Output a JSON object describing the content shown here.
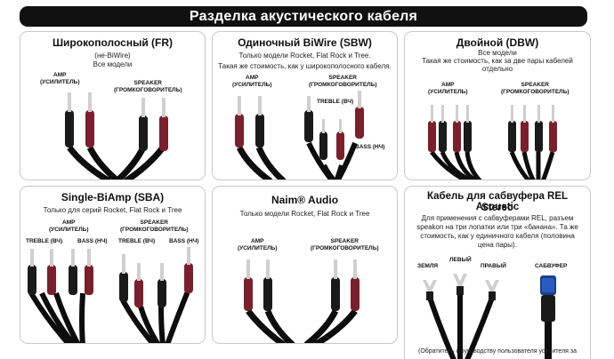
{
  "header": {
    "title": "Разделка акустического кабеля"
  },
  "panels": {
    "fr": {
      "title": "Широкополосный (FR)",
      "sub1": "(не-BiWire)",
      "sub2": "Все модели",
      "amp": "AMP",
      "amp_ru": "(УСИЛИТЕЛЬ)",
      "speaker": "SPEAKER",
      "speaker_ru": "(ГРОМКОГОВОРИТЕЛЬ)"
    },
    "sbw": {
      "title": "Одиночный BiWire (SBW)",
      "sub1": "Только модели Rocket, Flat Rock и Tree.",
      "sub2": "Такая же стоимость, как у широкополосного кабеля.",
      "amp": "AMP",
      "amp_ru": "(УСИЛИТЕЛЬ)",
      "speaker": "SPEAKER",
      "speaker_ru": "(ГРОМКОГОВОРИТЕЛЬ)",
      "treble": "TREBLE (ВЧ)",
      "bass": "BASS (НЧ)"
    },
    "dbw": {
      "title": "Двойной (DBW)",
      "sub1": "Все модели",
      "sub2": "Такая же стоимость, как за две пары кабелей",
      "sub3": "отдельно",
      "amp": "AMP",
      "amp_ru": "(УСИЛИТЕЛЬ)",
      "speaker": "SPEAKER",
      "speaker_ru": "(ГРОМКОГОВОРИТЕЛЬ)"
    },
    "sba": {
      "title": "Single-BiAmp (SBA)",
      "sub1": "Только для серий Rocket, Flat Rock и Tree",
      "amp": "AMP",
      "amp_ru": "(УСИЛИТЕЛЬ)",
      "speaker": "SPEAKER",
      "speaker_ru": "(ГРОМКОГОВОРИТЕЛЬ)",
      "treble_l": "TREBLE (ВЧ)",
      "bass_l": "BASS (НЧ)",
      "treble_r": "TREBLE (ВЧ)",
      "bass_r": "BASS (НЧ)"
    },
    "naim": {
      "title": "Naim® Audio",
      "sub1": "Только модели Rocket, Flat Rock и Tree",
      "amp": "AMP",
      "amp_ru": "(УСИЛИТЕЛЬ)",
      "speaker": "SPEAKER",
      "speaker_ru": "(ГРОМКОГОВОРИТЕЛЬ)"
    },
    "rel": {
      "title1": "Кабель для сабвуфера REL Acoustic",
      "title2": "Stereo",
      "sub1": "Для применения с сабвуферами REL, разъем",
      "sub2": "speakon на три лопатки или три «банана». Та же",
      "sub3": "стоимость, как у единичного кабеля (половина",
      "sub4": "цена пары).",
      "ground": "ЗЕМЛЯ",
      "left": "ЛЕВЫЙ",
      "right": "ПРАВЫЙ",
      "sub": "САБВУФЕР",
      "note": "(Обратитесь к руководству пользователя усилителя за"
    }
  },
  "colors": {
    "red": "#7a1f2b",
    "black": "#1a1a1a",
    "cable": "#0d0d0d",
    "metal": "#cfcfcf"
  }
}
